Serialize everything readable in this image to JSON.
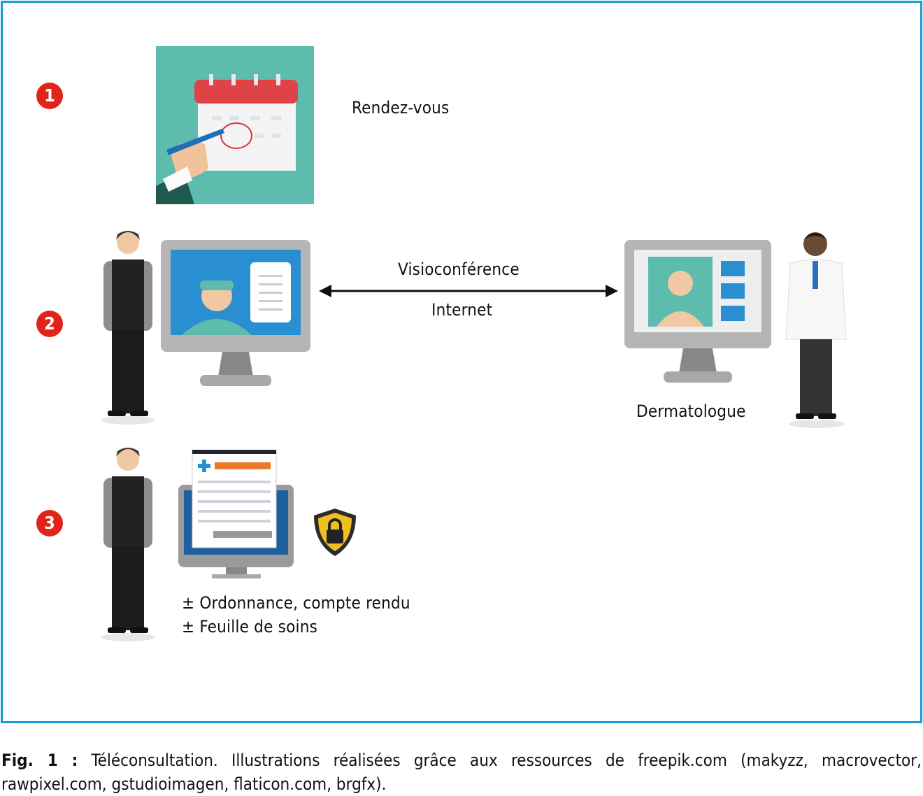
{
  "steps": [
    {
      "number": "1",
      "label": "Rendez-vous"
    },
    {
      "number": "2",
      "arrow_top": "Visioconférence",
      "arrow_bottom": "Internet",
      "doctor_label": "Dermatologue"
    },
    {
      "number": "3",
      "line1": "± Ordonnance, compte rendu",
      "line2": "± Feuille de soins"
    }
  ],
  "caption": {
    "prefix": "Fig. 1 :",
    "text": "Téléconsultation. Illustrations réalisées grâce aux ressources de freepik.com (makyzz, macrovector, rawpixel.com, gstudioimagen, flaticon.com, brgfx)."
  },
  "colors": {
    "frame": "#1a9bd7",
    "badge": "#e2231a",
    "teal": "#5dbcae"
  }
}
